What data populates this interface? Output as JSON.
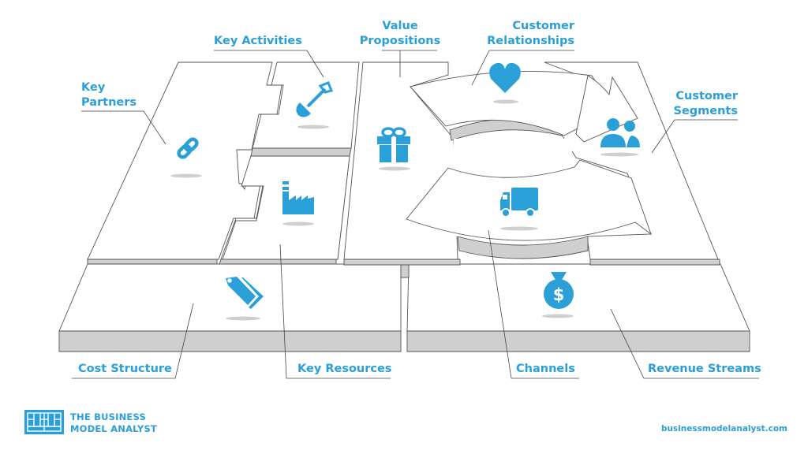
{
  "blocks": {
    "key_partners": {
      "line1": "Key",
      "line2": "Partners",
      "icon": "chain-link-icon"
    },
    "key_activities": {
      "label": "Key Activities",
      "icon": "shovel-icon"
    },
    "value_propositions": {
      "line1": "Value",
      "line2": "Propositions",
      "icon": "gift-icon"
    },
    "customer_relationships": {
      "line1": "Customer",
      "line2": "Relationships",
      "icon": "heart-icon"
    },
    "customer_segments": {
      "line1": "Customer",
      "line2": "Segments",
      "icon": "users-icon"
    },
    "key_resources": {
      "label": "Key Resources",
      "icon": "factory-icon"
    },
    "channels": {
      "label": "Channels",
      "icon": "truck-icon"
    },
    "cost_structure": {
      "label": "Cost Structure",
      "icon": "price-tag-icon"
    },
    "revenue_streams": {
      "label": "Revenue Streams",
      "icon": "money-bag-icon"
    }
  },
  "brand": {
    "line1": "THE BUSINESS",
    "line2": "MODEL ANALYST",
    "logo": "canvas-grid-logo"
  },
  "footer": {
    "url": "businessmodelanalyst.com"
  },
  "colors": {
    "accent": "#2a9fd8",
    "plate_side": "#cfcfcf",
    "outline": "#555555"
  }
}
